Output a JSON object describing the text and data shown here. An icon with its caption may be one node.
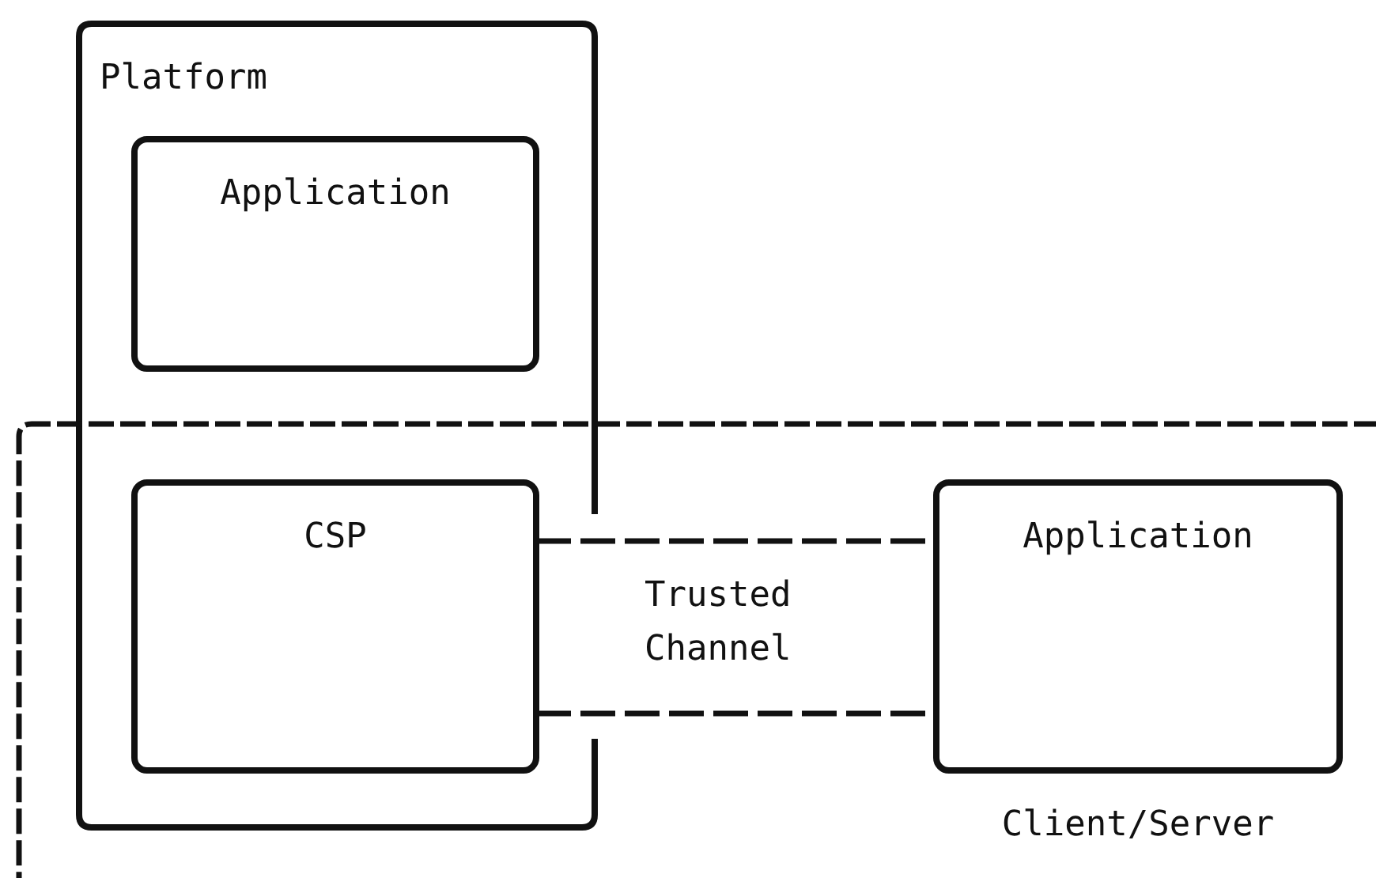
{
  "diagram": {
    "nodes": [
      {
        "text": [
          "Platform"
        ]
      },
      {
        "text": [
          "Application"
        ],
        "in": 0
      },
      {
        "text": [
          "CSP"
        ]
      },
      {
        "text": [],
        "shape": "box"
      },
      {
        "text": [
          "Application"
        ],
        "in": 3,
        "beside": [
          "Client/Server"
        ]
      }
    ],
    "edges": [
      {
        "from": 2,
        "to": 4,
        "arrow": "none",
        "style": "dashed",
        "label": "Trusted Channel"
      },
      {
        "from": 2,
        "to": 4,
        "arrow": "none",
        "style": "dashed"
      }
    ]
  }
}
